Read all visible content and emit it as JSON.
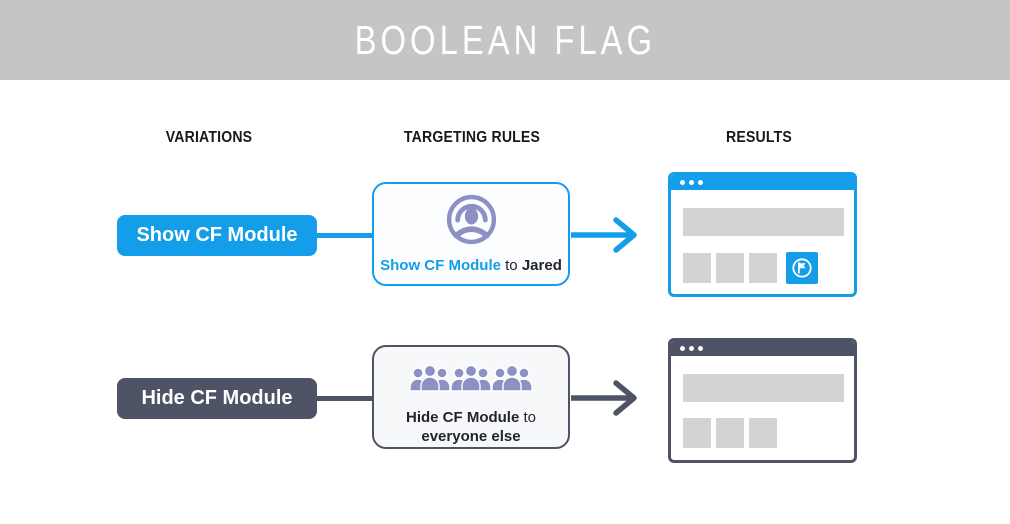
{
  "header": {
    "title": "BOOLEAN FLAG"
  },
  "columns": [
    {
      "label": "VARIATIONS"
    },
    {
      "label": "TARGETING RULES"
    },
    {
      "label": "RESULTS"
    }
  ],
  "rows": [
    {
      "variation": {
        "label": "Show CF Module"
      },
      "rule": {
        "icon": "single-user-in-circle-icon",
        "flag": "Show CF Module",
        "connector": "to",
        "target": "Jared"
      },
      "result": {
        "browser_theme": "blue",
        "cf_module_visible": true,
        "cf_module_icon": "flag-in-circle-icon"
      }
    },
    {
      "variation": {
        "label": "Hide CF Module"
      },
      "rule": {
        "icon": "crowd-of-people-icon",
        "flag": "Hide CF Module",
        "connector": "to",
        "target": "everyone else"
      },
      "result": {
        "browser_theme": "dark",
        "cf_module_visible": false
      }
    }
  ],
  "colors": {
    "accent_blue": "#149ee9",
    "accent_slate": "#4e5366",
    "icon_purple": "#8c90c4",
    "banner_gray": "#c5c5c5",
    "placeholder_gray": "#d2d3d5"
  }
}
